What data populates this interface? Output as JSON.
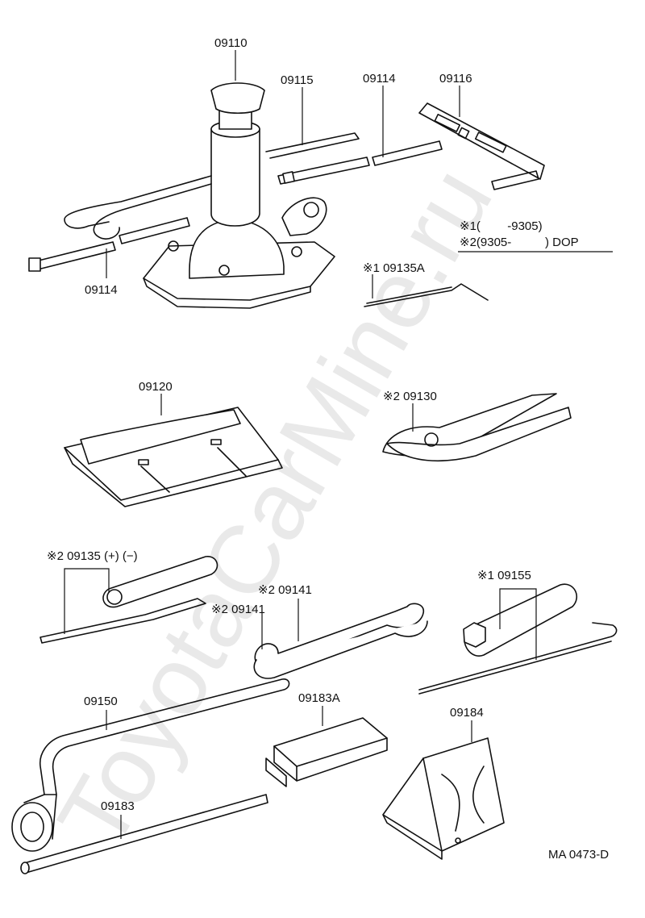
{
  "watermark": "ToyotaCarMine.ru",
  "diagram_code": "MA 0473-D",
  "notes": {
    "note1": "※1(        -9305)",
    "note2": "※2(9305-          ) DOP"
  },
  "parts": {
    "jack": "09110",
    "jack_handle": "09115",
    "jack_handle_ext_top": "09114",
    "jack_handle_ext_left": "09114",
    "jack_handle_bar": "09116",
    "screwdriver_small": "※1 09135A",
    "tool_bag": "09120",
    "pliers": "※2 09130",
    "screwdriver_set": "※2 09135 (+) (−)",
    "wrench_a": "※2 09141",
    "wrench_b": "※2 09141",
    "plug_wrench": "※1 09155",
    "wheel_nut_wrench": "09150",
    "handle_bracket": "09183A",
    "tool_bar": "09183",
    "wheel_chock": "09184"
  }
}
